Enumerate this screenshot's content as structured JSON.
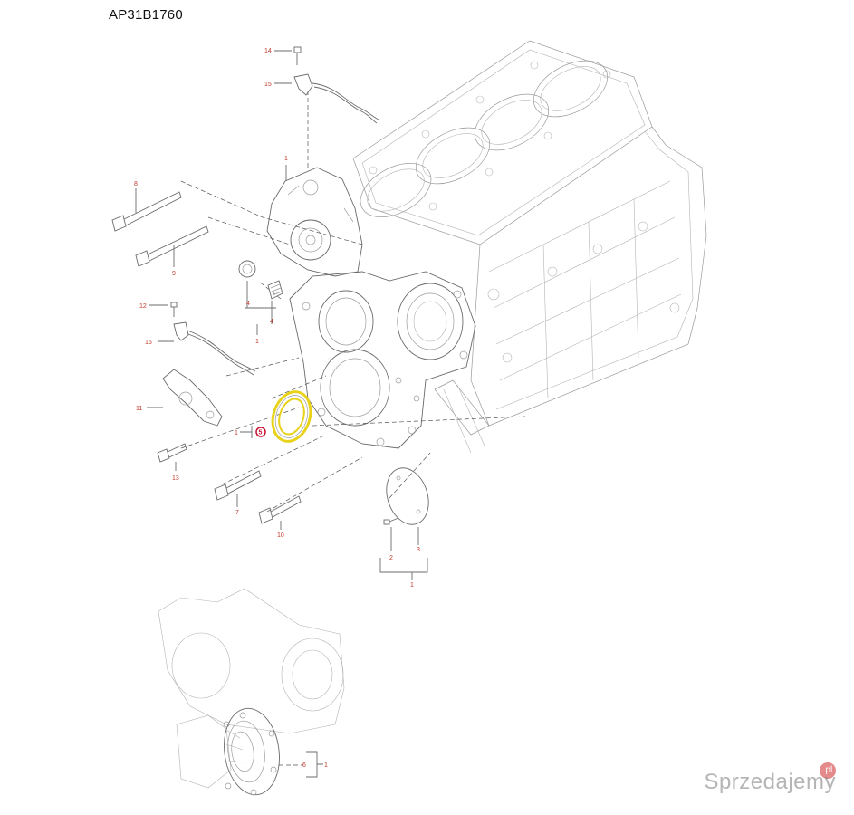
{
  "title": "AP31B1760",
  "watermark": {
    "text": "Sprzedajemy",
    "badge": ".pl"
  },
  "callouts": [
    {
      "id": "14",
      "label": "14"
    },
    {
      "id": "15a",
      "label": "15"
    },
    {
      "id": "1a",
      "label": "1"
    },
    {
      "id": "8",
      "label": "8"
    },
    {
      "id": "9",
      "label": "9"
    },
    {
      "id": "4a",
      "label": "4"
    },
    {
      "id": "4b",
      "label": "4"
    },
    {
      "id": "1b",
      "label": "1"
    },
    {
      "id": "12",
      "label": "12"
    },
    {
      "id": "15b",
      "label": "15"
    },
    {
      "id": "11",
      "label": "11"
    },
    {
      "id": "1c",
      "label": "1"
    },
    {
      "id": "5",
      "label": "5"
    },
    {
      "id": "13",
      "label": "13"
    },
    {
      "id": "7",
      "label": "7"
    },
    {
      "id": "10",
      "label": "10"
    },
    {
      "id": "2",
      "label": "2"
    },
    {
      "id": "3",
      "label": "3"
    },
    {
      "id": "1d",
      "label": "1"
    },
    {
      "id": "6",
      "label": "6"
    },
    {
      "id": "1e",
      "label": "1"
    }
  ],
  "highlight": {
    "part": "5",
    "color": "#e8d21a"
  },
  "colors": {
    "callout": "#c0392b",
    "line": "#6b6b6b",
    "badge": "#c8102e"
  }
}
